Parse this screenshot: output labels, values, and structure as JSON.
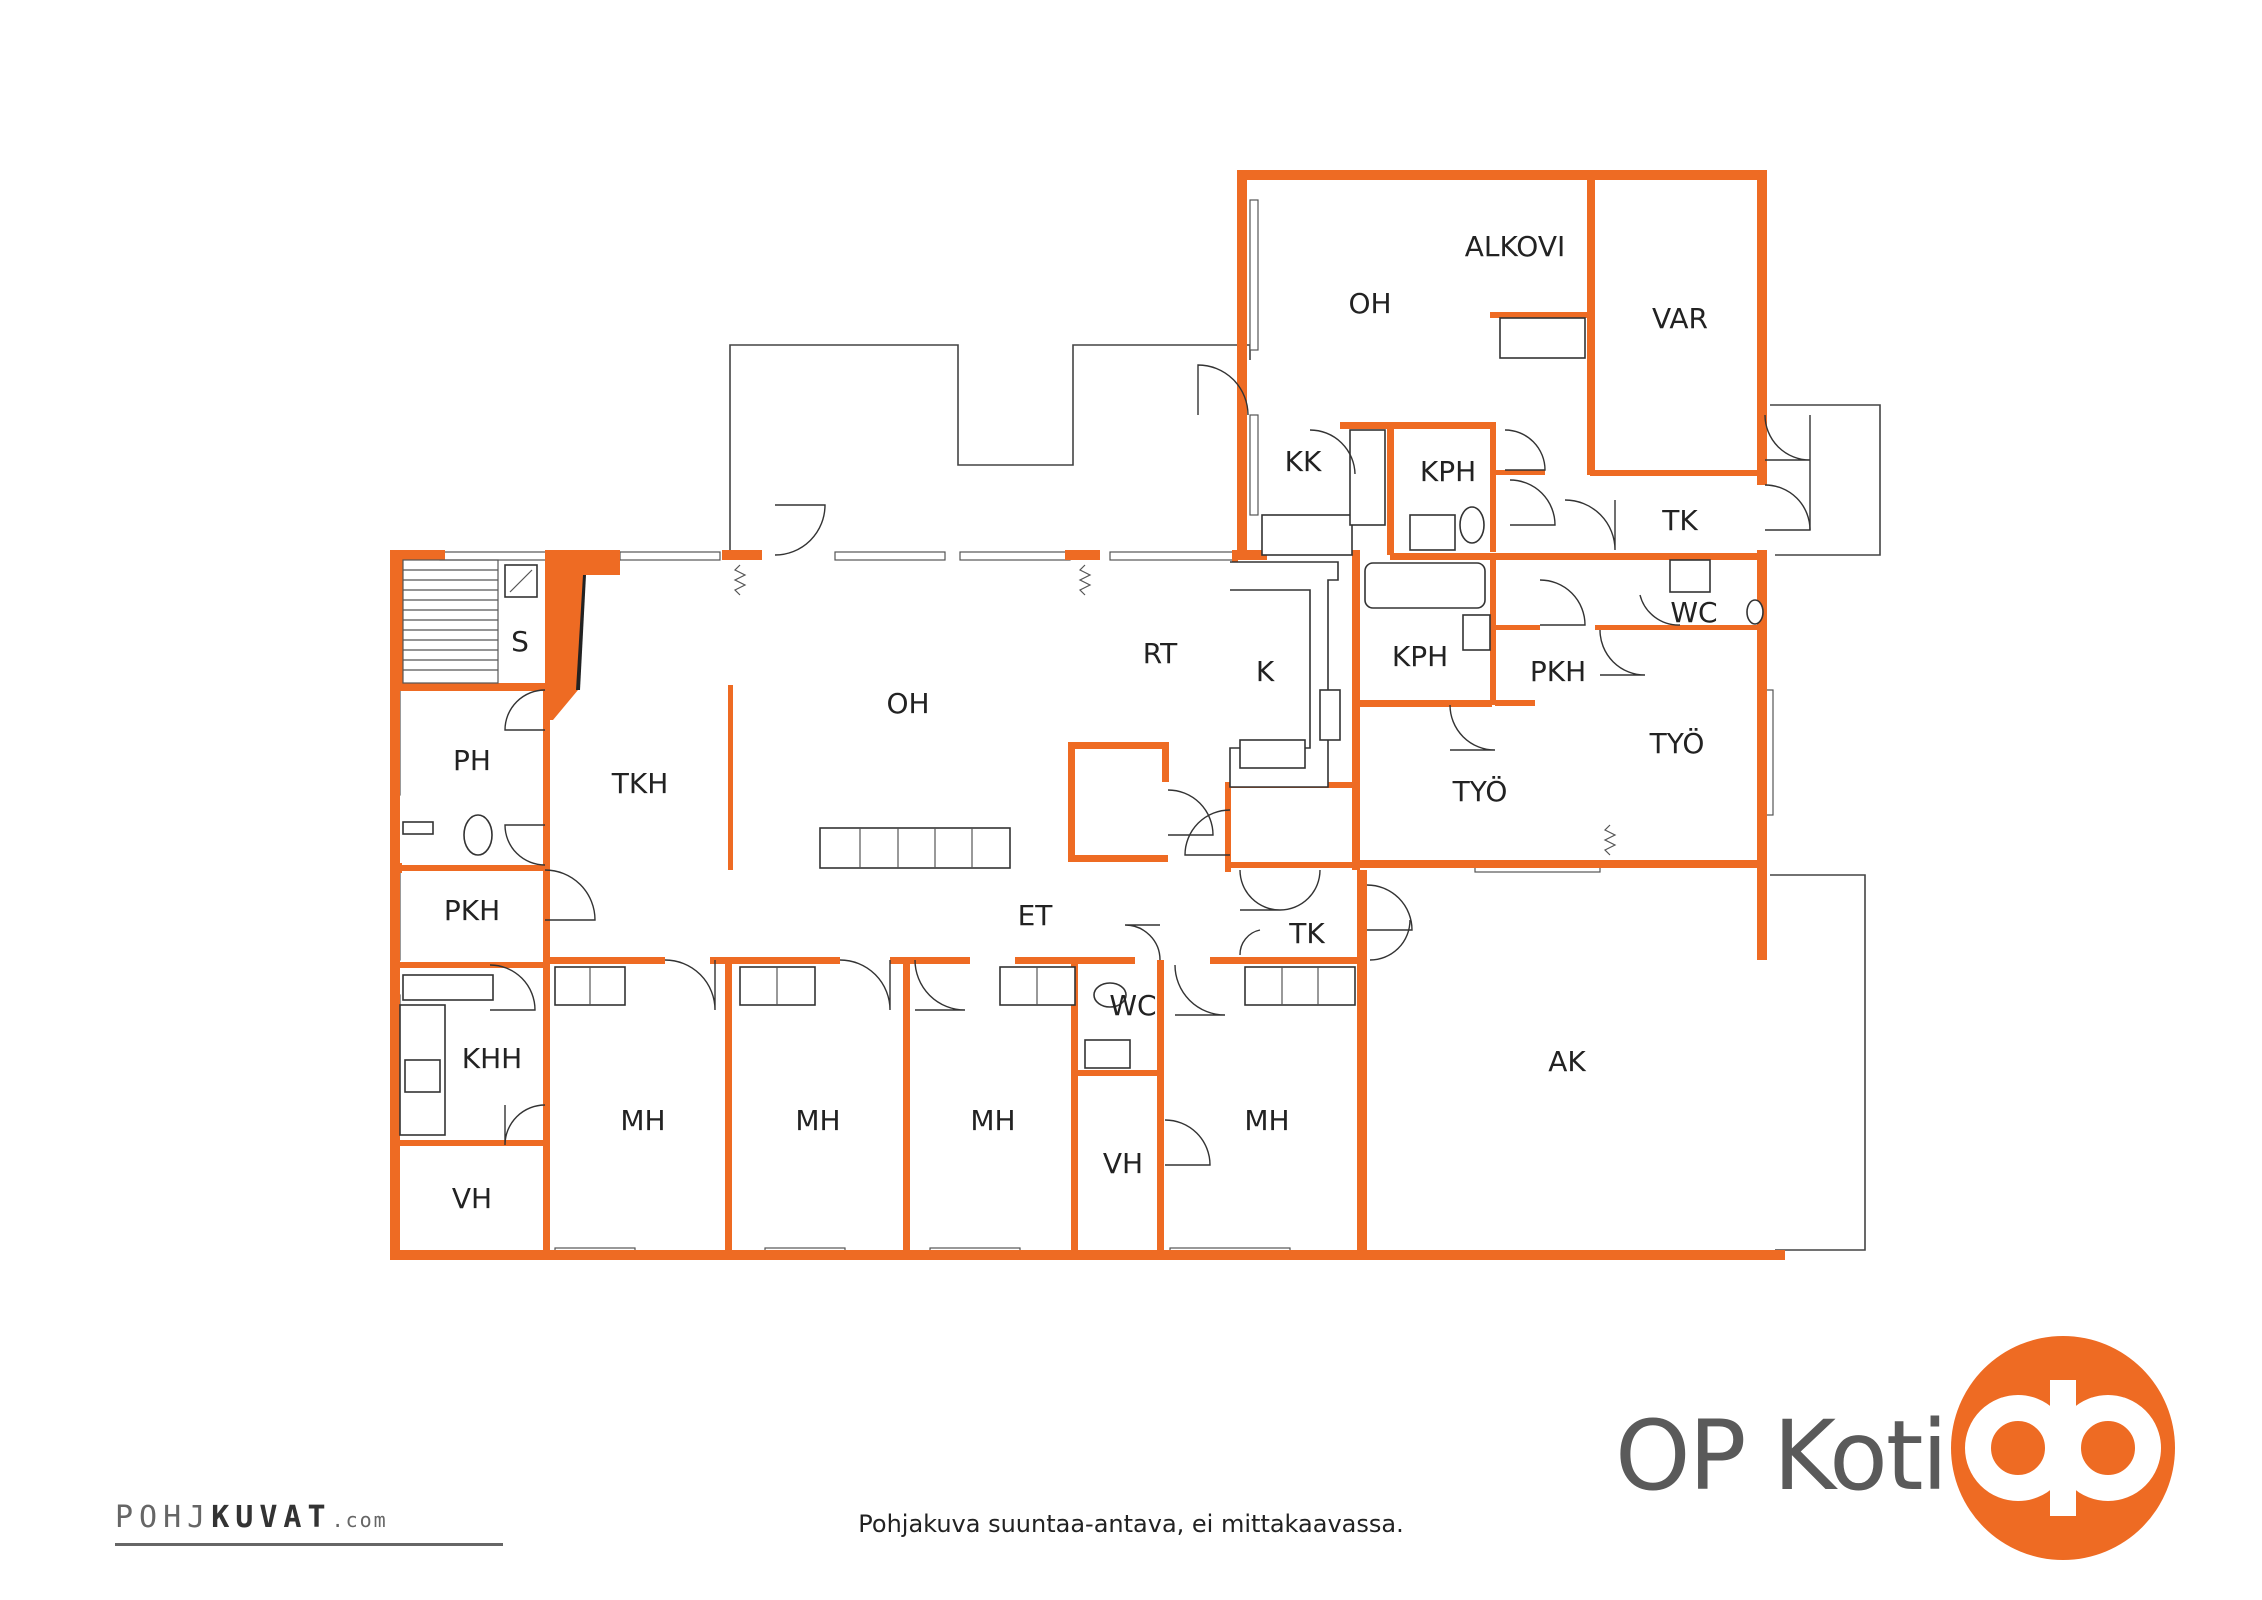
{
  "rooms": {
    "s": "S",
    "ph": "PH",
    "pkh_west": "PKH",
    "khh": "KHH",
    "vh_west": "VH",
    "tkh": "TKH",
    "oh_main": "OH",
    "rt": "RT",
    "k": "K",
    "et": "ET",
    "mh1": "MH",
    "mh2": "MH",
    "mh3": "MH",
    "mh4": "MH",
    "wc_center": "WC",
    "vh_center": "VH",
    "tk_center": "TK",
    "oh_north": "OH",
    "alkovi": "ALKOVI",
    "var": "VAR",
    "kk": "KK",
    "kph_top": "KPH",
    "tk_east": "TK",
    "wc_east": "WC",
    "kph_mid": "KPH",
    "pkh_east": "PKH",
    "tyo_left": "TYÖ",
    "tyo_right": "TYÖ",
    "ak": "AK"
  },
  "footer": {
    "disclaimer": "Pohjakuva suuntaa-antava, ei mittakaavassa."
  },
  "branding": {
    "name": "OP Koti",
    "pohja_prefix": "POHJ",
    "pohja_suffix": "KUVAT",
    "pohja_domain": ".com",
    "accent": "#ee6b23",
    "text_gray": "#5a5a5a"
  }
}
